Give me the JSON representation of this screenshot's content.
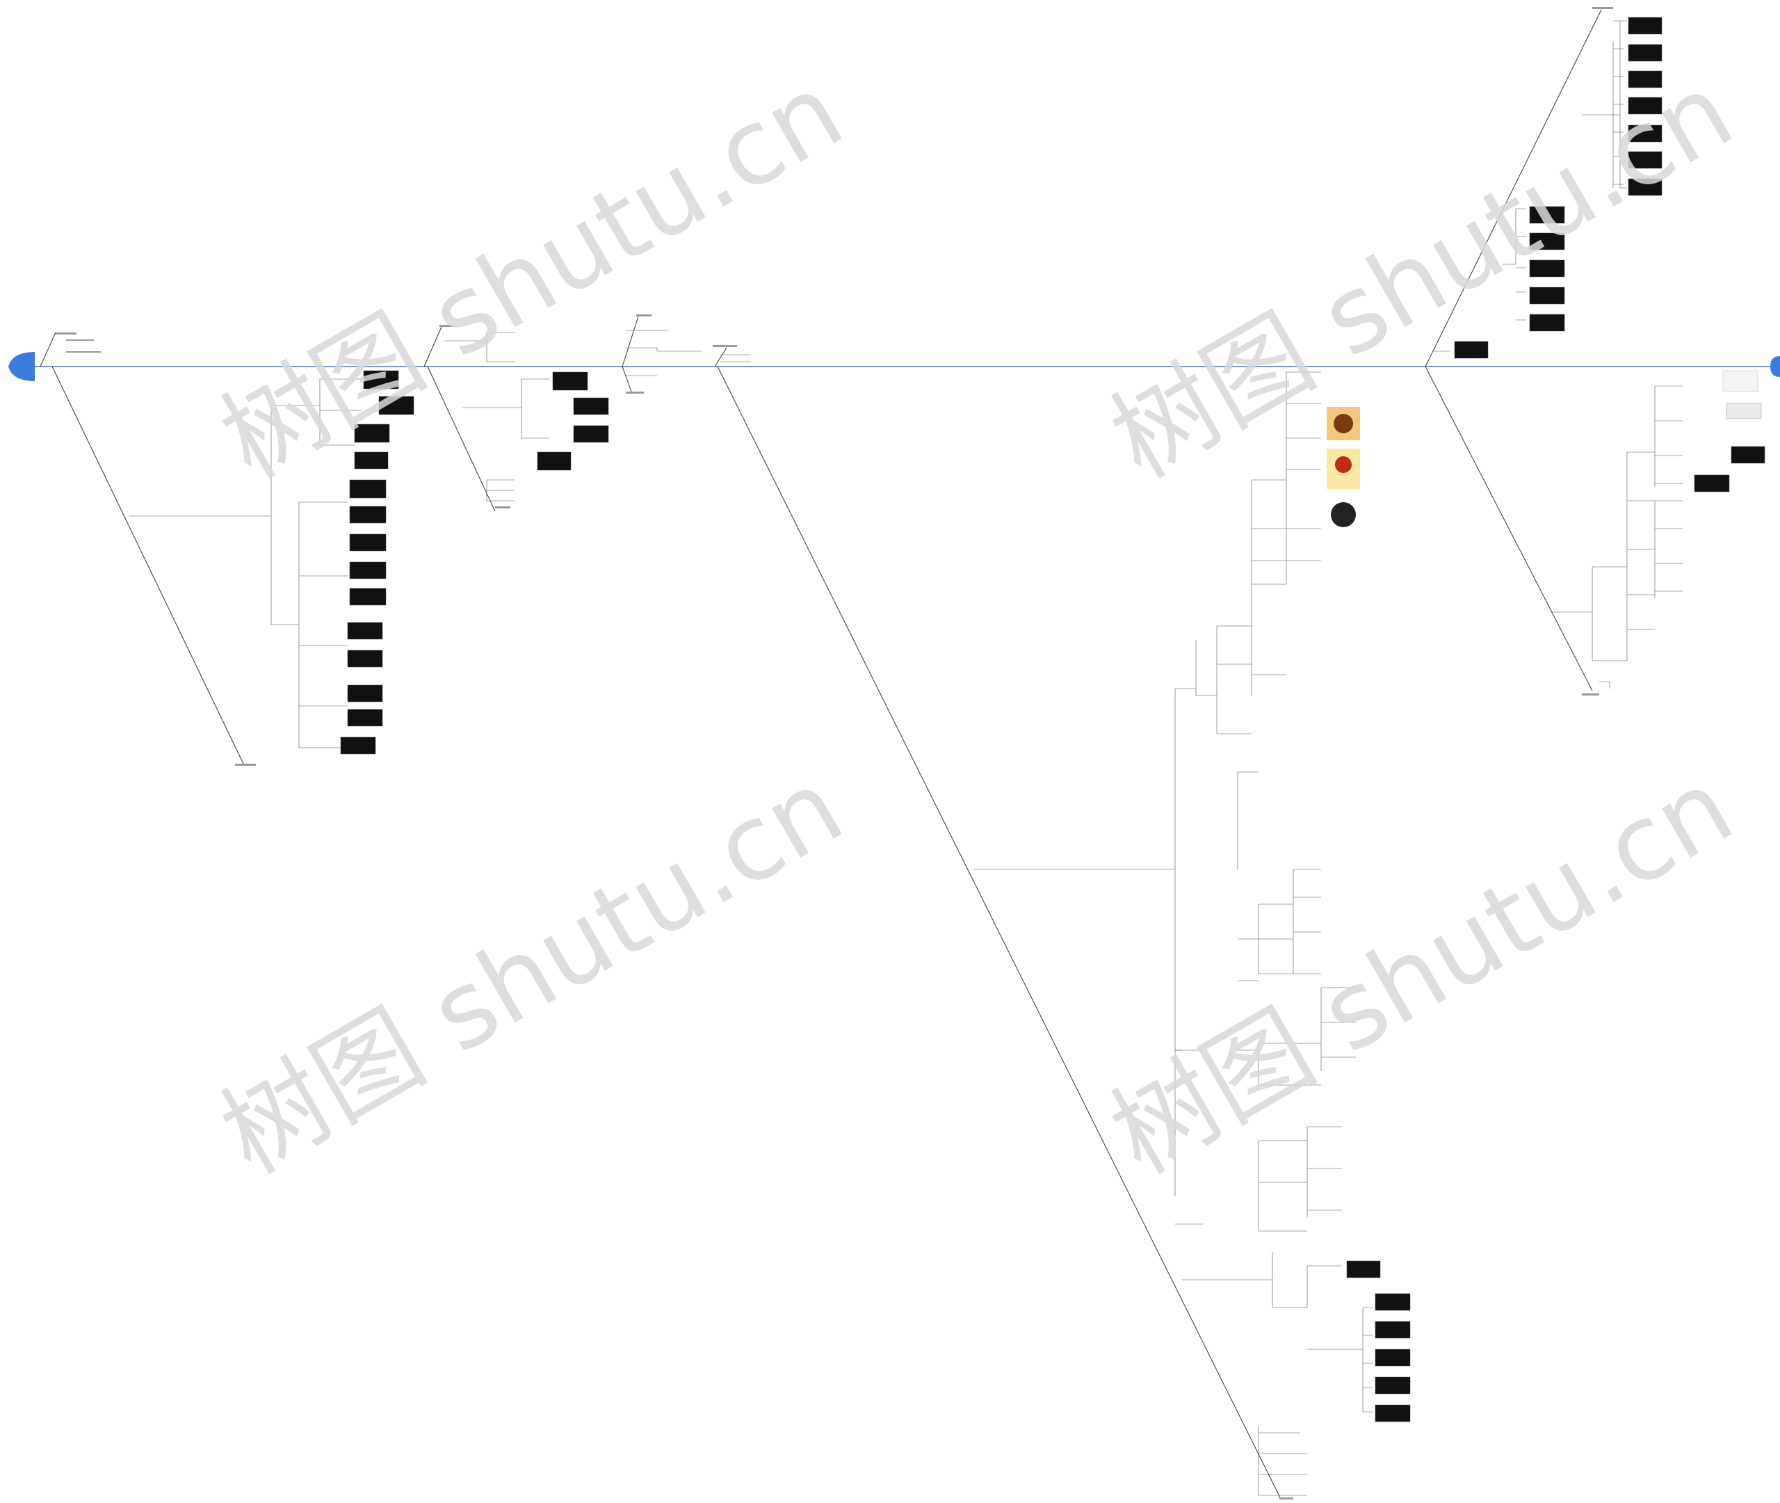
{
  "diagram": {
    "type": "fishbone mind map",
    "head_label": "",
    "tail_label": "",
    "accent_color": "#3b7ddd",
    "line_color": "#333333",
    "thumb_color": "#111111"
  },
  "watermarks": [
    "树图 shutu.cn",
    "树图 shutu.cn",
    "树图 shutu.cn",
    "树图 shutu.cn"
  ],
  "branches": [
    "",
    "",
    "",
    "",
    "",
    "",
    "",
    "",
    ""
  ]
}
